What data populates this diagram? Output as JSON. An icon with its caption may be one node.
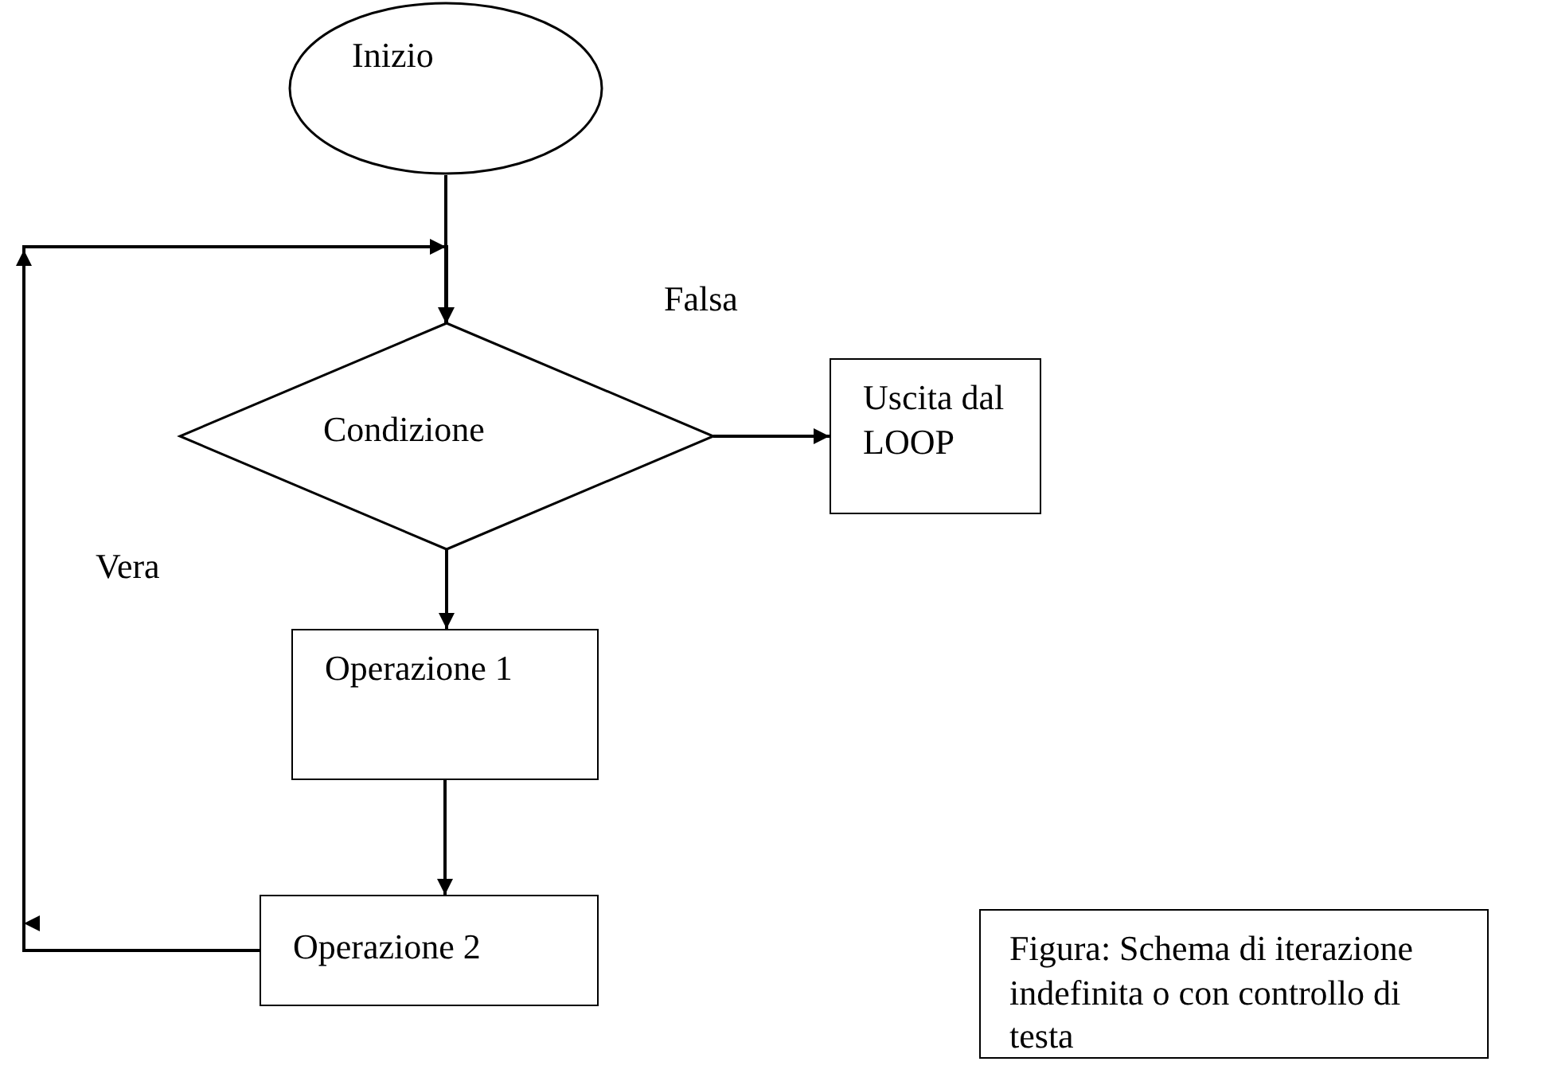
{
  "diagram": {
    "nodes": [
      {
        "text": [
          "Inizio"
        ]
      },
      {
        "text": [
          "Condizione"
        ]
      },
      {
        "text": [
          "Uscita dal LOOP"
        ]
      },
      {
        "text": [
          "Operazione 1"
        ]
      },
      {
        "text": [
          "Operazione 2"
        ]
      },
      {
        "text": [
          "Figura: Schema di iterazione indefinita o con controllo di testa"
        ]
      }
    ],
    "edges": [
      {
        "from": 0,
        "to": 1,
        "arrow": "to"
      },
      {
        "from": 1,
        "to": 2,
        "arrow": "to"
      },
      {
        "from": 1,
        "to": 3,
        "arrow": "to"
      },
      {
        "from": 3,
        "to": 4,
        "arrow": "to"
      },
      {
        "from": 4,
        "to": 1,
        "arrow": "to"
      }
    ],
    "labels": [
      "Falsa",
      "Vera"
    ]
  }
}
